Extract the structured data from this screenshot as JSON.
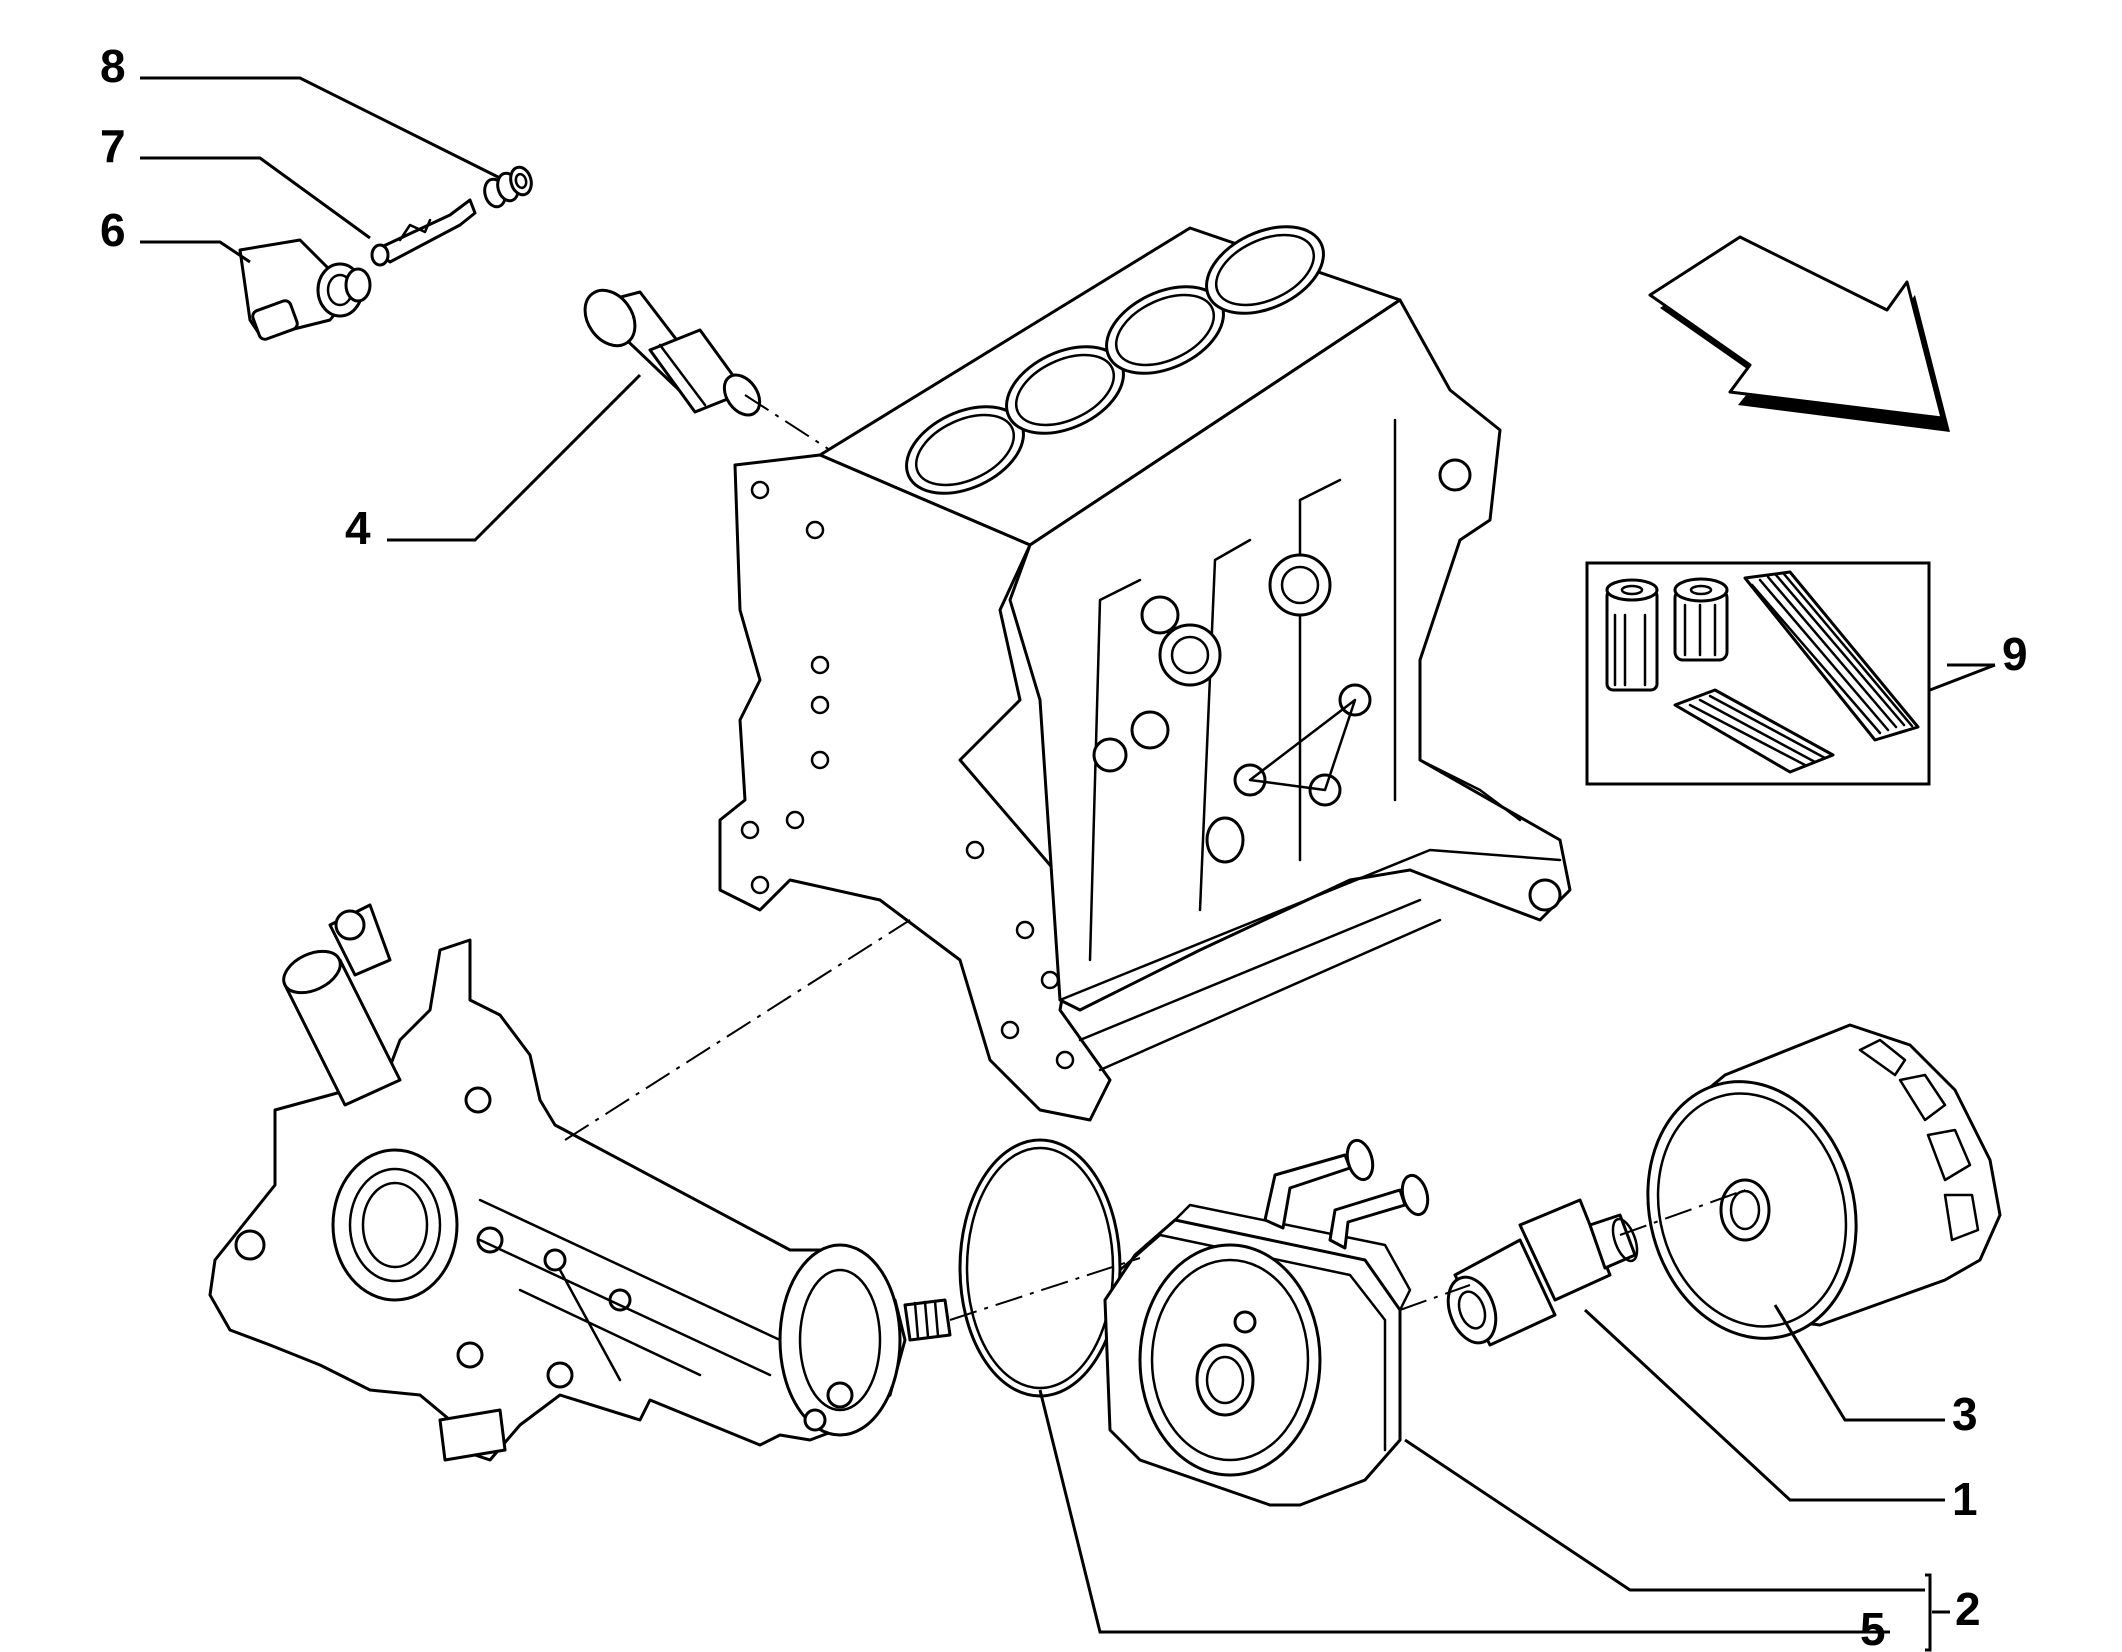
{
  "callouts": {
    "c1": "1",
    "c2": "2",
    "c3": "3",
    "c4": "4",
    "c5": "5",
    "c6": "6",
    "c7": "7",
    "c8": "8",
    "c9": "9"
  },
  "icons": {
    "direction": "direction-arrow-icon"
  }
}
